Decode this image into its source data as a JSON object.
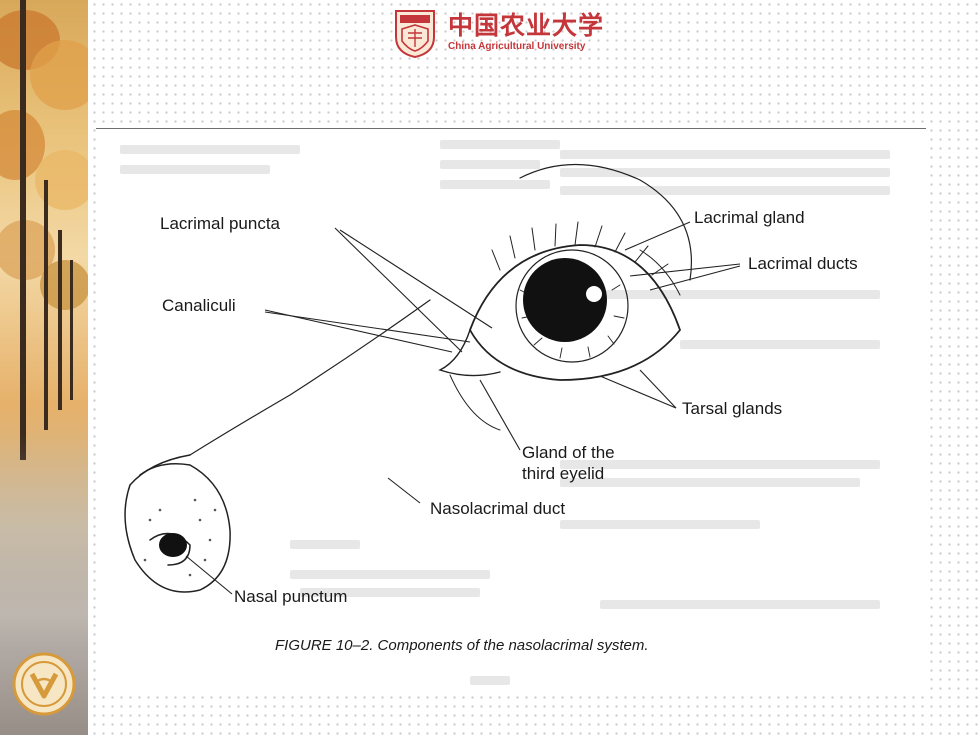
{
  "header": {
    "logo_cn": "中国农业大学",
    "logo_en": "China Agricultural University",
    "crest_icon": "university-crest-icon"
  },
  "diagram": {
    "labels": {
      "lacrimal_puncta": "Lacrimal puncta",
      "canaliculi": "Canaliculi",
      "lacrimal_gland": "Lacrimal gland",
      "lacrimal_ducts": "Lacrimal ducts",
      "tarsal_glands": "Tarsal glands",
      "gland_third_eyelid_1": "Gland of the",
      "gland_third_eyelid_2": "third eyelid",
      "nasolacrimal_duct": "Nasolacrimal duct",
      "nasal_punctum": "Nasal punctum"
    },
    "caption": "FIGURE 10–2. Components of the nasolacrimal system."
  },
  "colors": {
    "brand_red": "#c4363a",
    "ink": "#1a1a1a",
    "badge_gold": "#d79a3b"
  },
  "footer": {
    "badge_icon": "university-emblem-icon"
  }
}
